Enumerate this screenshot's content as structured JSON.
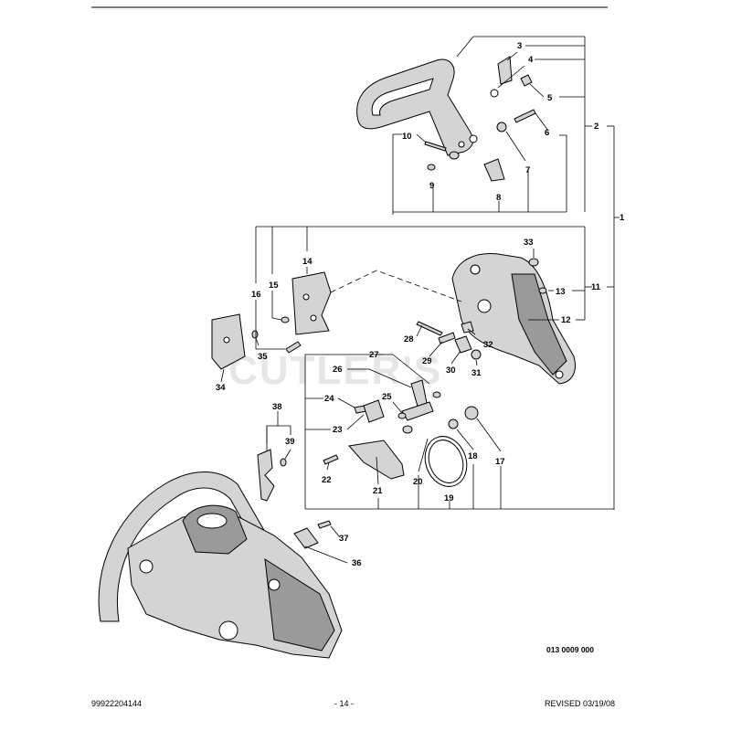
{
  "drawing_number": "013 0009 000",
  "watermark": "CUTLER'S",
  "footer": {
    "part_number": "99922204144",
    "page": "- 14 -",
    "revised": "REVISED 03/19/08"
  },
  "callouts": {
    "c1": "1",
    "c2": "2",
    "c3": "3",
    "c4": "4",
    "c5": "5",
    "c6": "6",
    "c7": "7",
    "c8": "8",
    "c9": "9",
    "c10": "10",
    "c11": "11",
    "c12": "12",
    "c13": "13",
    "c14": "14",
    "c15": "15",
    "c16": "16",
    "c17": "17",
    "c18": "18",
    "c19": "19",
    "c20": "20",
    "c21": "21",
    "c22": "22",
    "c23": "23",
    "c24": "24",
    "c25": "25",
    "c26": "26",
    "c27": "27",
    "c28": "28",
    "c29": "29",
    "c30": "30",
    "c31": "31",
    "c32": "32",
    "c33": "33",
    "c34": "34",
    "c35": "35",
    "c36": "36",
    "c37": "37",
    "c38": "38",
    "c39": "39"
  }
}
